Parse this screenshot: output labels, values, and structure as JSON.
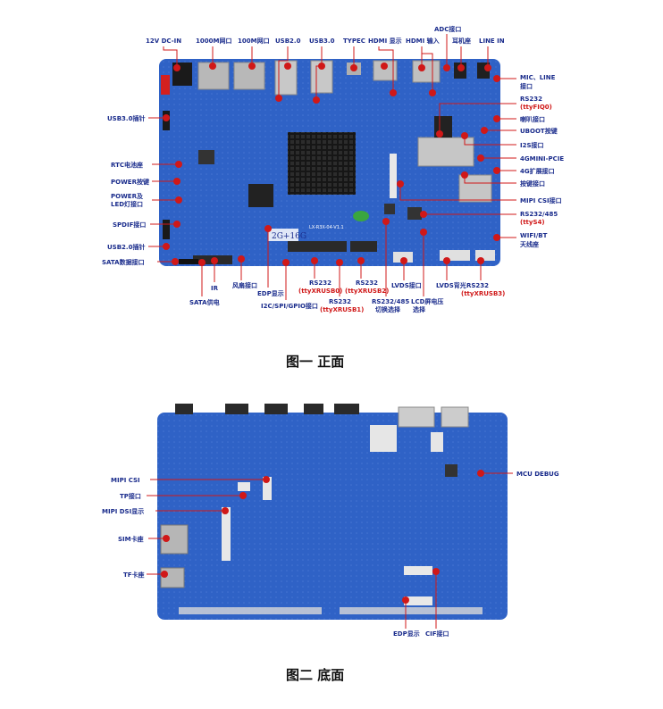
{
  "colors": {
    "board": "#2f62c6",
    "label": "#1a2c8c",
    "callout": "#d01818"
  },
  "front": {
    "caption": "图一 正面",
    "chip_label": "LX-R3X-04-V1.1",
    "silk_2g16g": "2G+16G",
    "labels": {
      "dcin": "12V DC-IN",
      "lan1": "1000M网口",
      "lan2": "100M网口",
      "usb20": "USB2.0",
      "usb30": "USB3.0",
      "typec": "TYPEC",
      "hdmi_out": "HDMI 显示",
      "hdmi_in": "HDMI 输入",
      "adc": "ADC接口",
      "earphone": "耳机座",
      "linein": "LINE IN",
      "mic_line_a": "MIC、LINE",
      "mic_line_b": "接口",
      "rs232_fiq": "RS232",
      "rs232_fiq_sub": "(ttyFIQ0)",
      "speaker": "喇叭接口",
      "uboot": "UBOOT按键",
      "i2s": "I2S接口",
      "mpcie": "4GMINI-PCIE",
      "ext4g": "4G扩展接口",
      "keys": "按键接口",
      "mipi_csi": "MIPI CSI接口",
      "rs232485": "RS232/485",
      "rs232485_sub": "(ttyS4)",
      "wifi_a": "WIFI/BT",
      "wifi_b": "天线座",
      "usb30_pin": "USB3.0插针",
      "rtc": "RTC电池座",
      "power_key": "POWER按键",
      "power_led_a": "POWER及",
      "power_led_b": "LED灯接口",
      "spdif": "SPDIF接口",
      "usb20_pin": "USB2.0插针",
      "sata_data": "SATA数据接口",
      "ir": "IR",
      "sata_pwr": "SATA供电",
      "fan": "风扇接口",
      "edp": "EDP显示",
      "i2c": "I2C/SPI/GPIO接口",
      "rs232_u0": "RS232",
      "rs232_u0_sub": "(ttyXRUSB0)",
      "rs232_u1": "RS232",
      "rs232_u1_sub": "(ttyXRUSB1)",
      "rs232_u2": "RS232",
      "rs232_u2_sub": "(ttyXRUSB2)",
      "rs232485_sel_a": "RS232/485",
      "rs232485_sel_b": "切换选择",
      "lvds": "LVDS接口",
      "lcd_a": "LCD屏电压",
      "lcd_b": "选择",
      "lvds_bl": "LVDS背光",
      "rs232_u3": "RS232",
      "rs232_u3_sub": "(ttyXRUSB3)"
    }
  },
  "back": {
    "caption": "图二 底面",
    "labels": {
      "mipi_csi": "MIPI CSI",
      "tp": "TP接口",
      "mipi_dsi": "MIPI DSI显示",
      "sim": "SIM卡座",
      "tf": "TF卡座",
      "mcu": "MCU DEBUG",
      "edp": "EDP显示",
      "cif": "CIF接口"
    }
  }
}
